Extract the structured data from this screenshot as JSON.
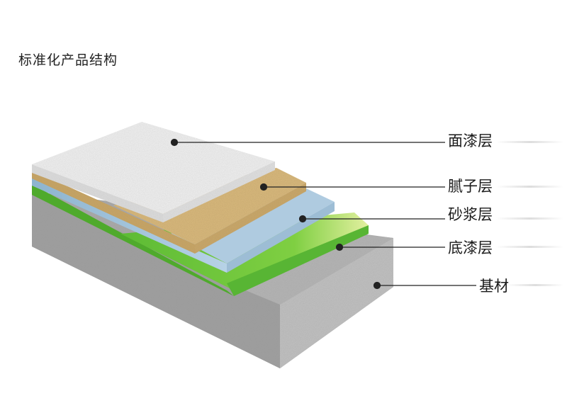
{
  "title": "标准化产品结构",
  "layers": [
    {
      "name": "面漆层",
      "color": "#f1f2f2"
    },
    {
      "name": "腻子层",
      "color": "#d8b57a"
    },
    {
      "name": "砂浆层",
      "color": "#a9c6dc"
    },
    {
      "name": "底漆层",
      "color": "#6cc43c"
    },
    {
      "name": "基材",
      "color": "#b3b3b3"
    }
  ]
}
